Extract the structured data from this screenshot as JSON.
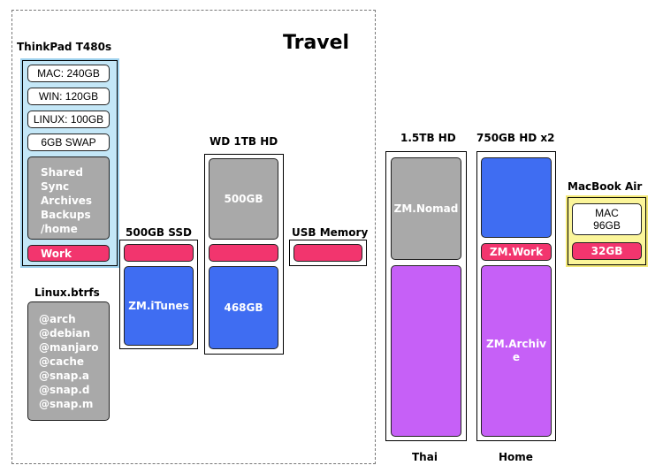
{
  "title": "Travel",
  "thinkpad": {
    "label": "ThinkPad T480s",
    "mac": "MAC: 240GB",
    "win": "WIN: 120GB",
    "linux": "LINUX: 100GB",
    "swap": "6GB SWAP",
    "shared_lines": [
      "Shared",
      "Sync",
      "Archives",
      "Backups",
      "/home"
    ],
    "work": "Work"
  },
  "btrfs": {
    "label": "Linux.btrfs",
    "subvolumes": [
      "@arch",
      "@debian",
      "@manjaro",
      "@cache",
      "@snap.a",
      "@snap.d",
      "@snap.m"
    ]
  },
  "ssd": {
    "label": "500GB SSD",
    "itunes": "ZM.iTunes"
  },
  "wd": {
    "label": "WD 1TB HD",
    "top": "500GB",
    "bottom": "468GB"
  },
  "usb": {
    "label": "USB Memory"
  },
  "hd15": {
    "label": "1.5TB HD",
    "nomad": "ZM.Nomad",
    "caption": "Thai"
  },
  "hd750": {
    "label": "750GB HD x2",
    "work": "ZM.Work",
    "archive": "ZM.Archive",
    "caption": "Home"
  },
  "macbook": {
    "label": "MacBook Air",
    "mac": "MAC\n96GB",
    "size": "32GB"
  },
  "colors": {
    "gray": "#a9a9a9",
    "blue": "#3f6df2",
    "pink": "#f2356e",
    "purple": "#c660f7",
    "thinkpad_bg": "#c4e7f7",
    "macbook_bg": "#fbf59a"
  }
}
